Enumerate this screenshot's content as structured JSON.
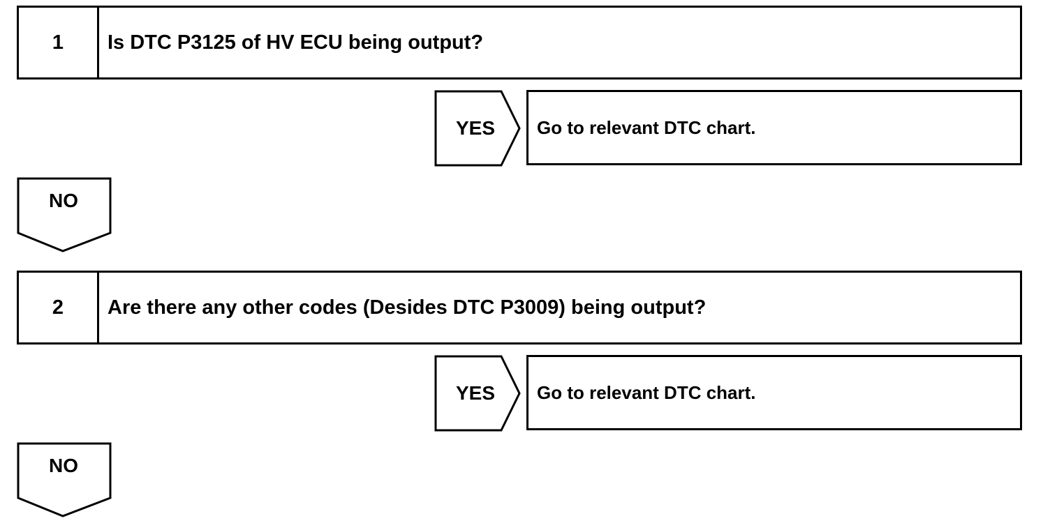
{
  "steps": [
    {
      "number": "1",
      "question": "Is DTC P3125 of HV ECU being output?",
      "yes_label": "YES",
      "yes_result": "Go to relevant DTC chart.",
      "no_label": "NO"
    },
    {
      "number": "2",
      "question": "Are there any other codes (Desides DTC P3009) being output?",
      "yes_label": "YES",
      "yes_result": "Go to relevant DTC chart.",
      "no_label": "NO"
    }
  ]
}
